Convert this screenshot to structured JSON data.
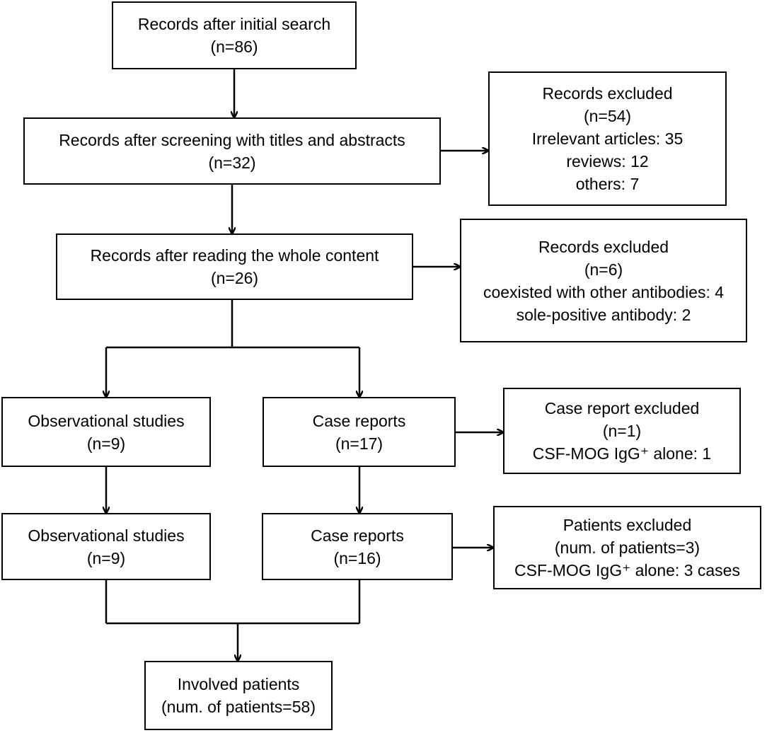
{
  "boxes": {
    "initial": {
      "lines": [
        "Records after initial search",
        "(n=86)"
      ]
    },
    "screening": {
      "lines": [
        "Records after screening with titles and abstracts",
        "(n=32)"
      ]
    },
    "excluded1": {
      "lines": [
        "Records excluded",
        "(n=54)",
        "Irrelevant articles: 35",
        "reviews: 12",
        "others: 7"
      ]
    },
    "whole": {
      "lines": [
        "Records after reading the whole content",
        "(n=26)"
      ]
    },
    "excluded2": {
      "lines": [
        "Records excluded",
        "(n=6)",
        "coexisted with other antibodies: 4",
        "sole-positive antibody: 2"
      ]
    },
    "obs1": {
      "lines": [
        "Observational studies",
        "(n=9)"
      ]
    },
    "case1": {
      "lines": [
        "Case reports",
        "(n=17)"
      ]
    },
    "case_excluded": {
      "lines": [
        "Case report excluded",
        "(n=1)",
        "CSF-MOG IgG⁺ alone: 1"
      ]
    },
    "obs2": {
      "lines": [
        "Observational studies",
        "(n=9)"
      ]
    },
    "case2": {
      "lines": [
        "Case reports",
        "(n=16)"
      ]
    },
    "patients_excluded": {
      "lines": [
        "Patients excluded",
        "(num. of patients=3)",
        "CSF-MOG IgG⁺ alone: 3 cases"
      ]
    },
    "involved": {
      "lines": [
        "Involved patients",
        "(num. of patients=58)"
      ]
    }
  }
}
